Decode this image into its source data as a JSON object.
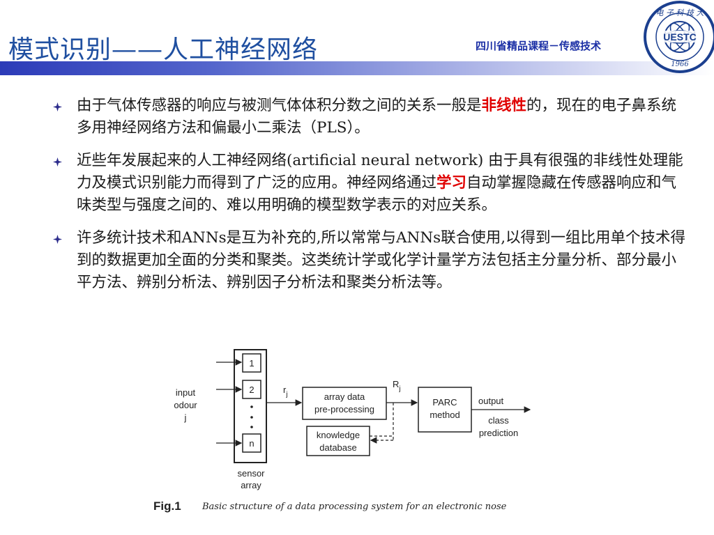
{
  "header": {
    "title": "模式识别——人工神经网络",
    "course": "四川省精品课程－传感技术",
    "logo": {
      "abbr": "UESTC",
      "year": "1966",
      "icon": "university-seal-icon"
    }
  },
  "bullets": [
    {
      "parts": [
        {
          "text": "由于气体传感器的响应与被测气体体积分数之间的关系一般是",
          "highlight": false
        },
        {
          "text": "非线性",
          "highlight": true
        },
        {
          "text": "的，现在的电子鼻系统多用神经网络方法和偏最小二乘法（PLS）。",
          "highlight": false
        }
      ]
    },
    {
      "parts": [
        {
          "text": "近些年发展起来的人工神经网络(artificial neural network) 由于具有很强的非线性处理能力及模式识别能力而得到了广泛的应用。神经网络通过",
          "highlight": false
        },
        {
          "text": "学习",
          "highlight": true
        },
        {
          "text": "自动掌握隐藏在传感器响应和气味类型与强度之间的、难以用明确的模型数学表示的对应关系。",
          "highlight": false
        }
      ]
    },
    {
      "parts": [
        {
          "text": "许多统计技术和ANNs是互为补充的,所以常常与ANNs联合使用,以得到一组比用单个技术得到的数据更加全面的分类和聚类。这类统计学或化学计量学方法包括主分量分析、部分最小平方法、辨别分析法、辨别因子分析法和聚类分析法等。",
          "highlight": false
        }
      ]
    }
  ],
  "figure": {
    "input_label": [
      "input",
      "odour",
      "j"
    ],
    "sensors": [
      "1",
      "2",
      "n"
    ],
    "sensor_label": [
      "sensor",
      "array"
    ],
    "rj": "r",
    "rj_sub": "j",
    "Rj": "R",
    "Rj_sub": "j",
    "preprocess": [
      "array data",
      "pre-processing"
    ],
    "knowledge": [
      "knowledge",
      "database"
    ],
    "parc": [
      "PARC",
      "method"
    ],
    "output": "output",
    "class_pred": [
      "class",
      "prediction"
    ],
    "caption_label": "Fig.1",
    "caption_text": "Basic structure of a data processing system for an electronic nose"
  },
  "colors": {
    "title": "#1f4fa0",
    "course": "#1b2fa5",
    "highlight": "#e00000",
    "bullet": "#2c2c8c",
    "rule": "#2c3bb8"
  }
}
